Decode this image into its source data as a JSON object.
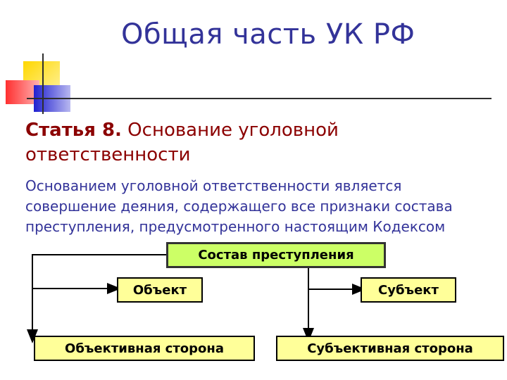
{
  "title": "Общая часть УК РФ",
  "article": {
    "label": "Статья 8.",
    "heading": " Основание уголовной ответственности",
    "text": "Основанием уголовной ответственности является совершение деяния, содержащего все признаки состава преступления, предусмотренного настоящим Кодексом"
  },
  "diagram": {
    "root": "Состав преступления",
    "object": "Объект",
    "subject": "Субъект",
    "objective_side": "Объективная сторона",
    "subjective_side": "Субъективная сторона"
  },
  "colors": {
    "title": "#333399",
    "article_heading": "#8b0000",
    "body_text": "#333399",
    "root_box": "#ccff66",
    "leaf_box": "#ffff99"
  }
}
